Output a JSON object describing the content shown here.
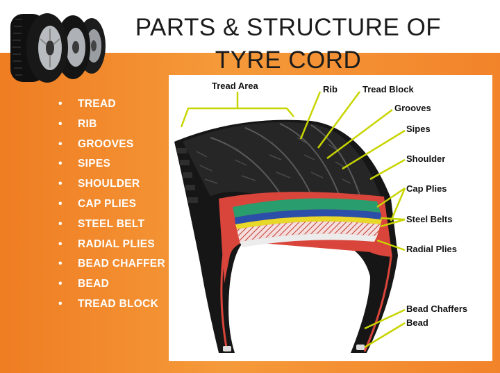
{
  "title": {
    "line1": "PARTS & STRUCTURE  OF",
    "line2": "TYRE CORD"
  },
  "parts_list": [
    "TREAD",
    "RIB",
    "GROOVES",
    "SIPES",
    "SHOULDER",
    "CAP PLIES",
    "STEEL BELT",
    "RADIAL PLIES",
    "BEAD CHAFFER",
    "BEAD",
    "TREAD BLOCK"
  ],
  "bullet_char": "•",
  "diagram_labels": {
    "tread_area": "Tread Area",
    "rib": "Rib",
    "tread_block": "Tread Block",
    "grooves": "Grooves",
    "sipes": "Sipes",
    "shoulder": "Shoulder",
    "cap_plies": "Cap Plies",
    "steel_belts": "Steel Belts",
    "radial_plies": "Radial Plies",
    "bead_chaffers": "Bead Chaffers",
    "bead": "Bead"
  },
  "colors": {
    "background_orange": "#f08a2e",
    "leader_lines": "#c8d400",
    "cap_ply_green": "#2a9d6e",
    "steel_belt_blue": "#2b4fa8",
    "steel_belt_yellow": "#e8d82a",
    "radial_ply_red": "#d9453a"
  },
  "icons": [
    "tires-image"
  ]
}
